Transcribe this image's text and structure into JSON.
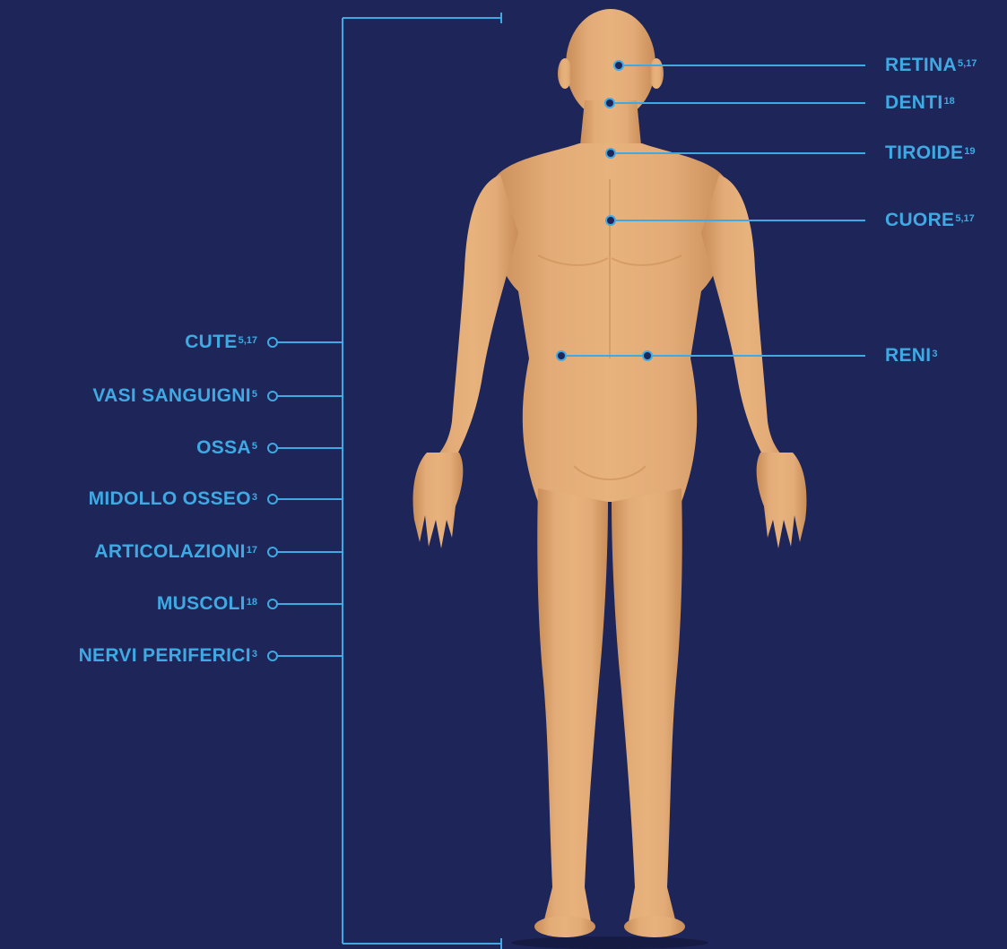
{
  "colors": {
    "background": "#1e2558",
    "accent": "#3fa9e3",
    "skin": "#e0a772"
  },
  "figure": "human-body-front",
  "left_labels": [
    {
      "name": "CUTE",
      "ref": "5,17"
    },
    {
      "name": "VASI SANGUIGNI",
      "ref": "5"
    },
    {
      "name": "OSSA",
      "ref": "5"
    },
    {
      "name": "MIDOLLO OSSEO",
      "ref": "3"
    },
    {
      "name": "ARTICOLAZIONI",
      "ref": "17"
    },
    {
      "name": "MUSCOLI",
      "ref": "18"
    },
    {
      "name": "NERVI PERIFERICI",
      "ref": "3"
    }
  ],
  "right_labels": [
    {
      "name": "RETINA",
      "ref": "5,17"
    },
    {
      "name": "DENTI",
      "ref": "18"
    },
    {
      "name": "TIROIDE",
      "ref": "19"
    },
    {
      "name": "CUORE",
      "ref": "5,17"
    },
    {
      "name": "RENI",
      "ref": "3"
    }
  ]
}
